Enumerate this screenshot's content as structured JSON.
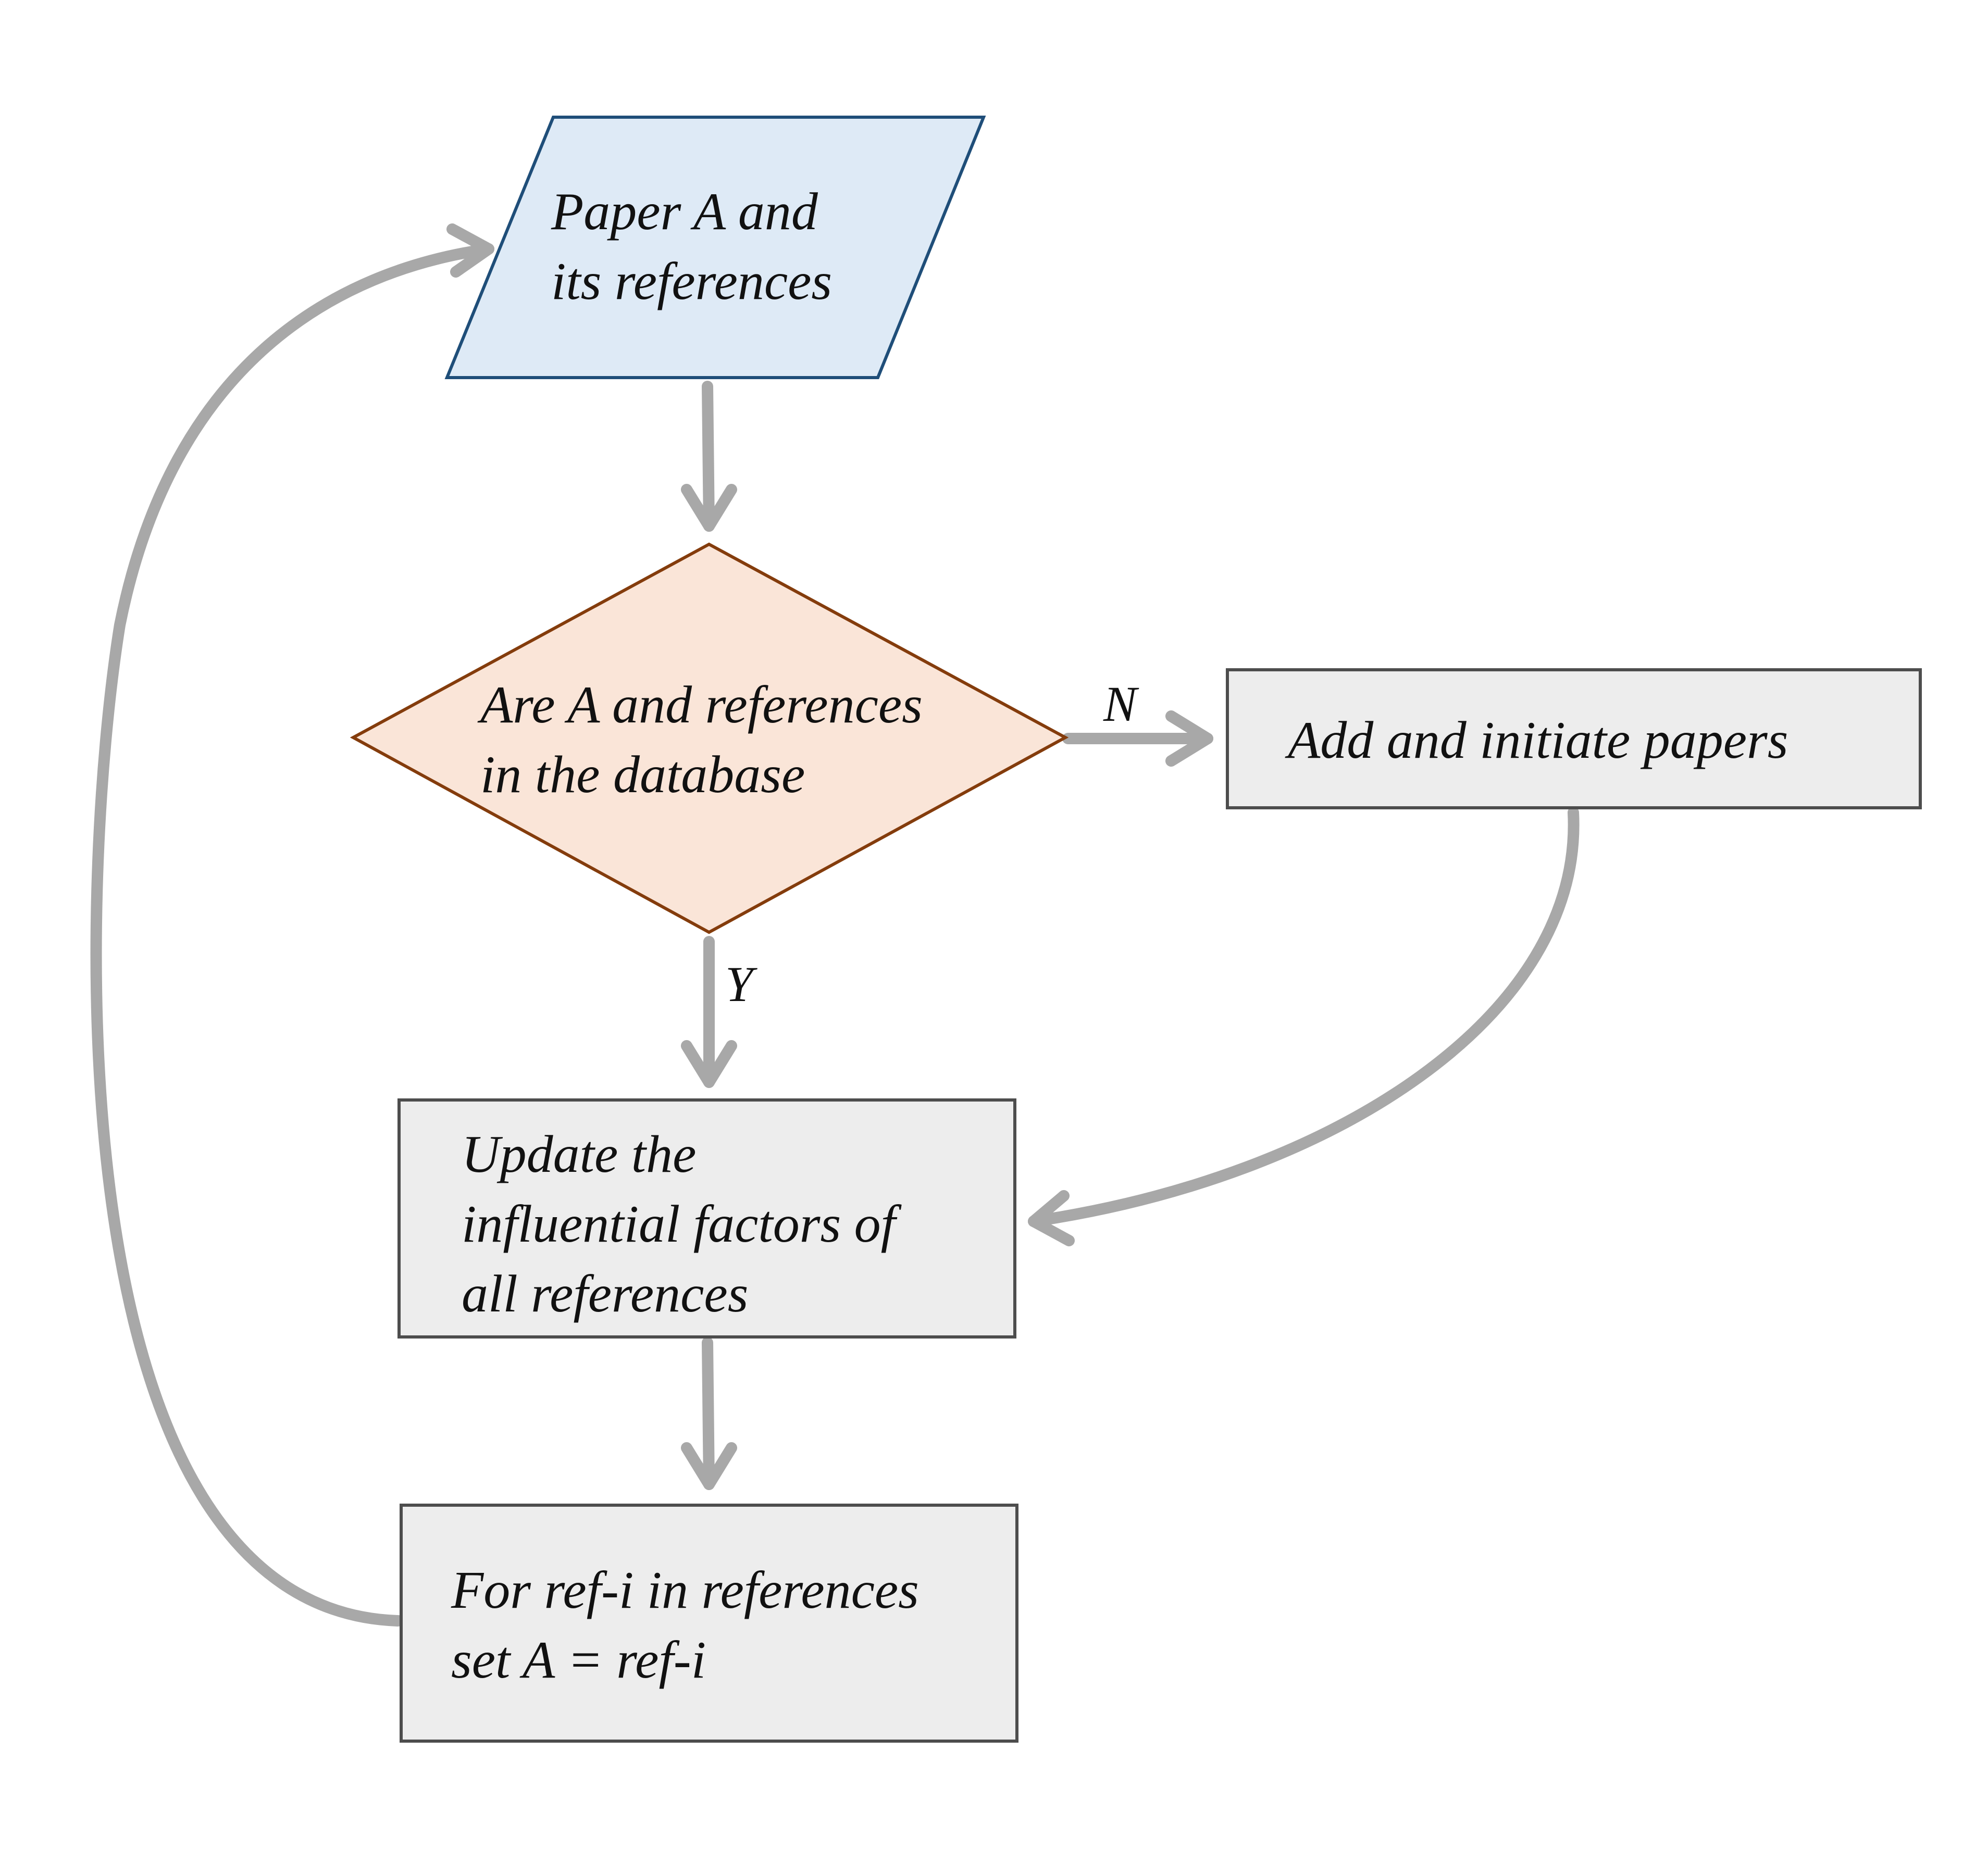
{
  "nodes": {
    "input": {
      "shape": "parallelogram",
      "fill": "#deeaf6",
      "stroke": "#1f4e79",
      "lines": [
        "Paper A and",
        "its references"
      ]
    },
    "decision": {
      "shape": "diamond",
      "fill": "#fae5d8",
      "stroke": "#843c0c",
      "lines": [
        "Are A and references",
        "in the database"
      ]
    },
    "add": {
      "shape": "rectangle",
      "fill": "#ededed",
      "stroke": "#4d4d4d",
      "lines": [
        "Add and initiate papers"
      ]
    },
    "update": {
      "shape": "rectangle",
      "fill": "#ededed",
      "stroke": "#4d4d4d",
      "lines": [
        "Update the",
        "influential factors of",
        "all references"
      ]
    },
    "loop": {
      "shape": "rectangle",
      "fill": "#ededed",
      "stroke": "#4d4d4d",
      "lines": [
        "For ref-i in references",
        "set A = ref-i"
      ]
    }
  },
  "edges": {
    "input_to_decision": {
      "from": "input",
      "to": "decision",
      "label": ""
    },
    "decision_to_add": {
      "from": "decision",
      "to": "add",
      "label": "N"
    },
    "decision_to_update": {
      "from": "decision",
      "to": "update",
      "label": "Y"
    },
    "add_to_update": {
      "from": "add",
      "to": "update",
      "label": ""
    },
    "update_to_loop": {
      "from": "update",
      "to": "loop",
      "label": ""
    },
    "loop_to_input": {
      "from": "loop",
      "to": "input",
      "label": ""
    }
  },
  "colors": {
    "arrow": "#a8a8a8"
  }
}
